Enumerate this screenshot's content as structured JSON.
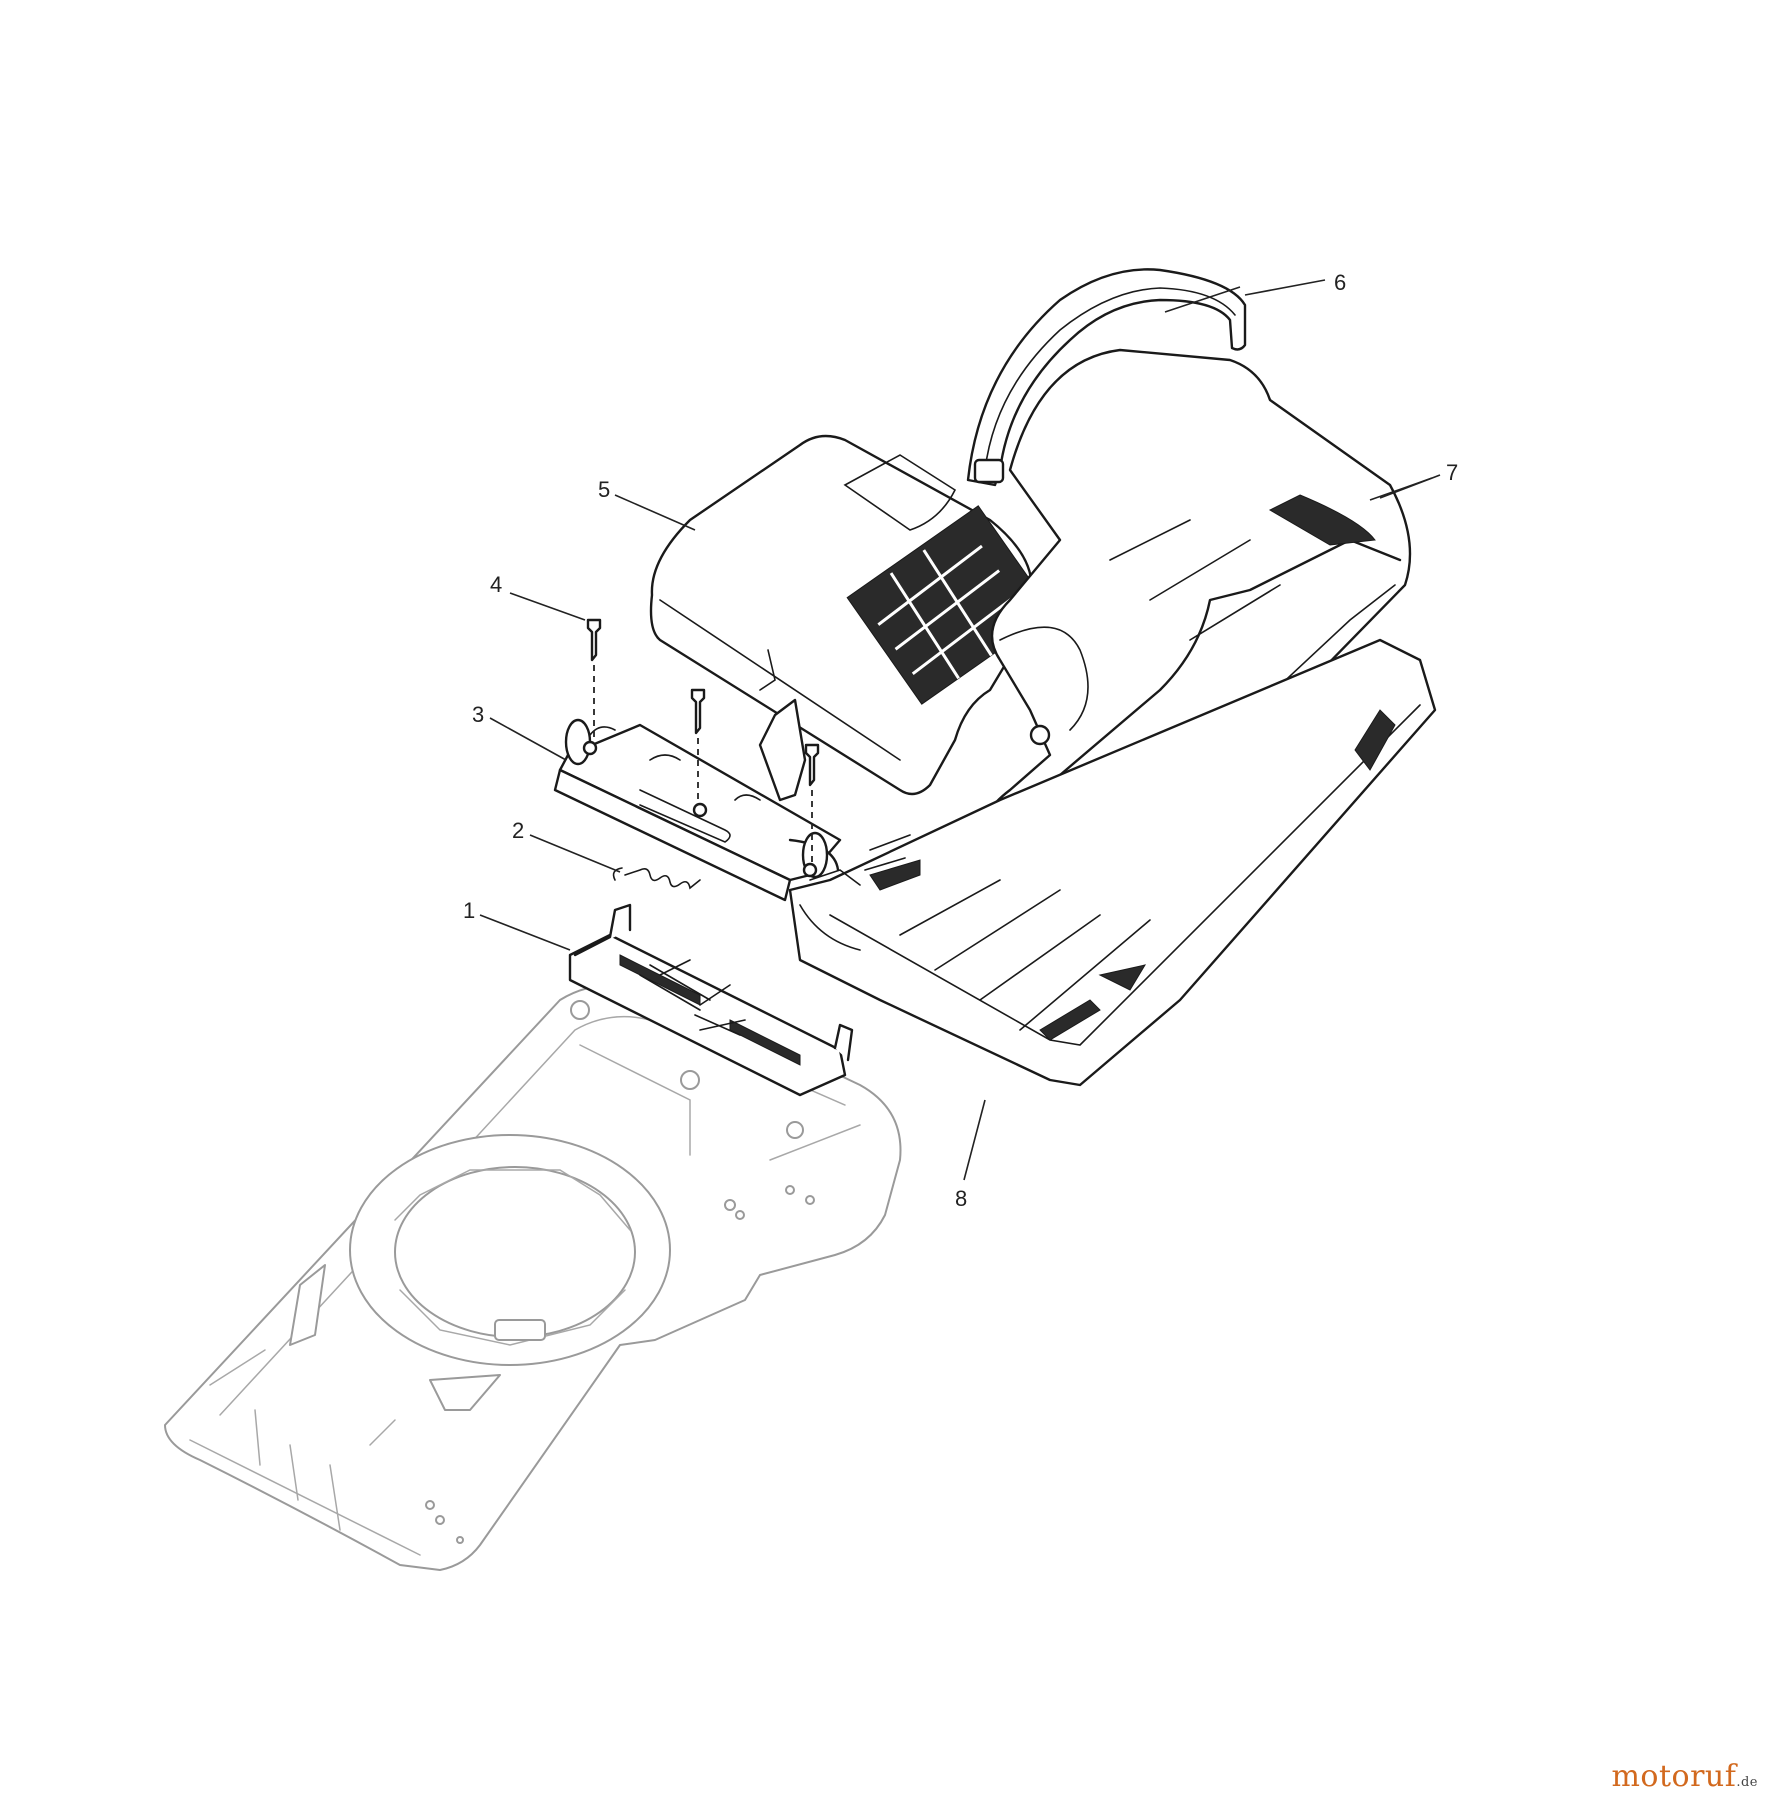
{
  "diagram": {
    "labels": [
      {
        "id": "1",
        "text": "1"
      },
      {
        "id": "2",
        "text": "2"
      },
      {
        "id": "3",
        "text": "3"
      },
      {
        "id": "4",
        "text": "4"
      },
      {
        "id": "5",
        "text": "5"
      },
      {
        "id": "6",
        "text": "6"
      },
      {
        "id": "7",
        "text": "7"
      },
      {
        "id": "8",
        "text": "8"
      }
    ]
  },
  "watermark": {
    "main": "motoruf",
    "tld": ".de"
  }
}
